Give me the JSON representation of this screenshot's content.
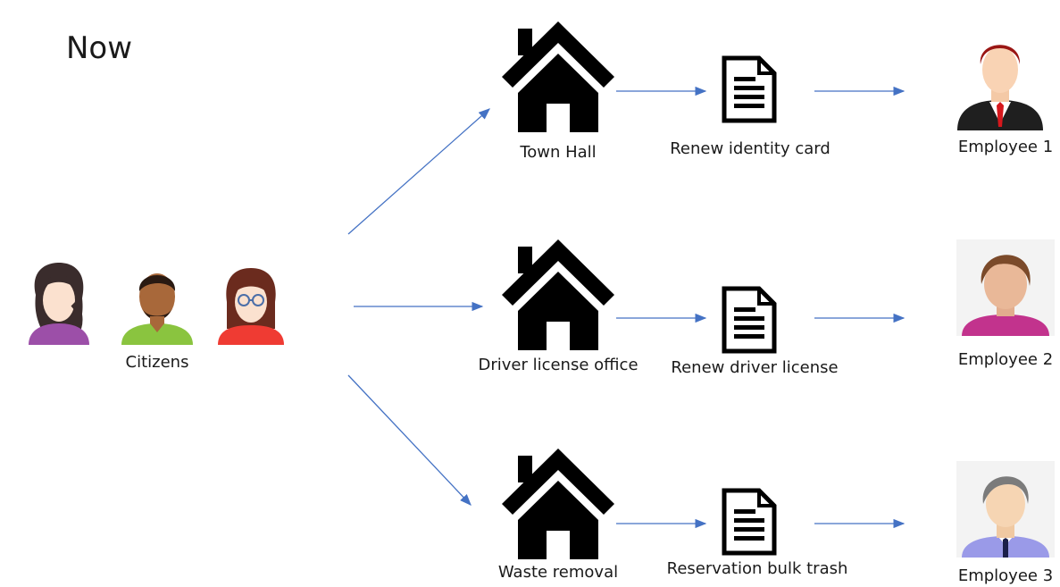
{
  "title": "Now",
  "citizens": {
    "label": "Citizens"
  },
  "rows": [
    {
      "office": "Town Hall",
      "service": "Renew identity card",
      "employee": "Employee 1"
    },
    {
      "office": "Driver license office",
      "service": "Renew driver license",
      "employee": "Employee 2"
    },
    {
      "office": "Waste removal",
      "service": "Reservation bulk trash",
      "employee": "Employee 3"
    }
  ],
  "colors": {
    "arrow": "#4472c4",
    "icon": "#000000"
  }
}
